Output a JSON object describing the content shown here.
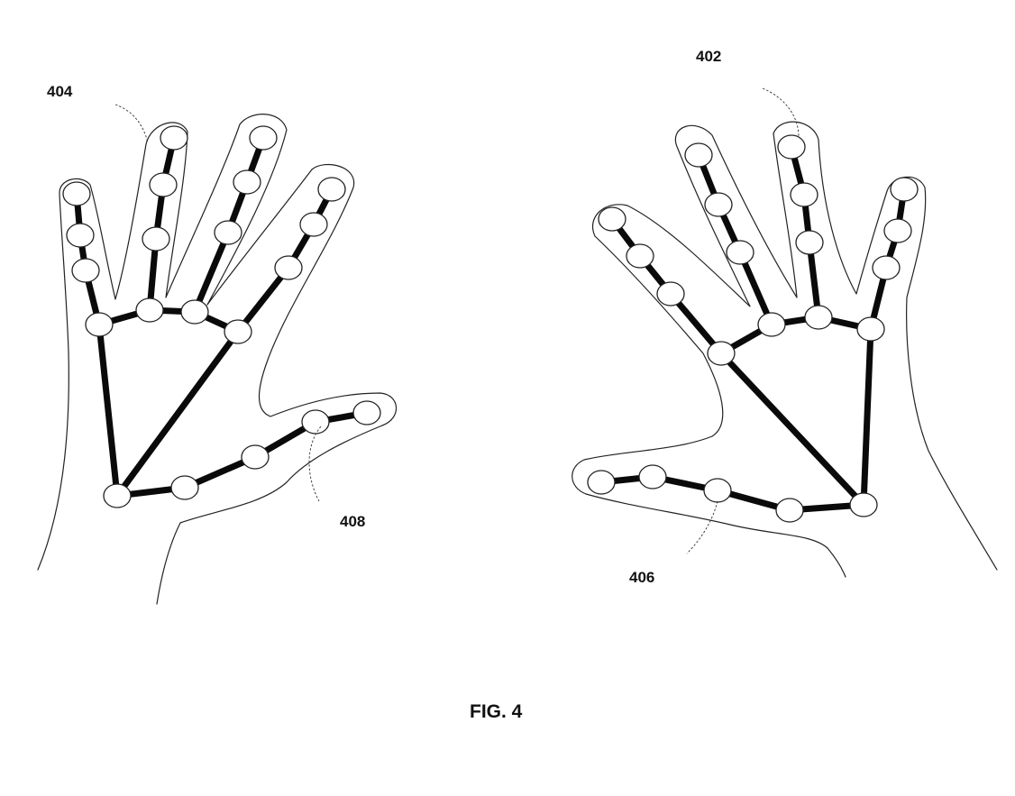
{
  "labels": {
    "left_hand_ref": "404",
    "left_thumb_ref": "408",
    "right_hand_ref": "402",
    "right_thumb_ref": "406"
  },
  "caption": "FIG. 4",
  "colors": {
    "bone": "#0a0a0a",
    "outline": "#222222",
    "joint_fill": "#ffffff"
  }
}
